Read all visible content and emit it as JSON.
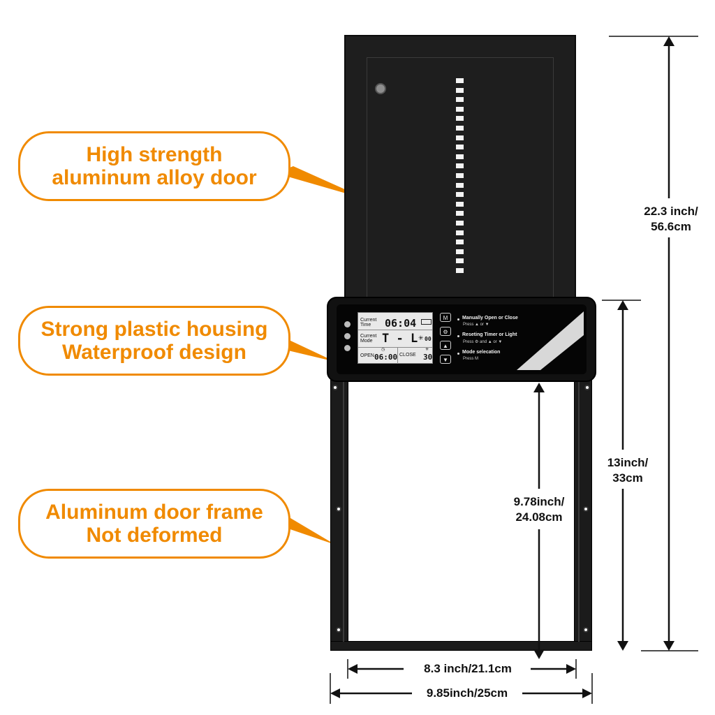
{
  "callouts": {
    "door": {
      "line1": "High strength",
      "line2": "aluminum alloy door"
    },
    "housing": {
      "line1": "Strong plastic housing",
      "line2": "Waterproof design"
    },
    "frame": {
      "line1": "Aluminum door frame",
      "line2": "Not deformed"
    }
  },
  "lcd": {
    "current_time_label": "Current Time",
    "time_value": "06:04",
    "current_mode_label": "Current Mode",
    "mode_value": "T - L",
    "light_value": "00",
    "open_label": "OPEN",
    "open_value": "06:00",
    "close_label": "CLOSE",
    "close_value": "30"
  },
  "buttons": {
    "mode": "M",
    "settings": "⚙",
    "up": "▲",
    "down": "▼"
  },
  "instructions": [
    {
      "title": "Manually Open or Close",
      "sub": "Press ▲ or ▼"
    },
    {
      "title": "Reseting Timer or Light",
      "sub": "Press ⚙ and ▲ or ▼"
    },
    {
      "title": "Mode selecation",
      "sub": "Press M"
    }
  ],
  "dimensions": {
    "total_height": {
      "line1": "22.3 inch/",
      "line2": "56.6cm"
    },
    "frame_height": {
      "line1": "13inch/",
      "line2": "33cm"
    },
    "opening_height": {
      "line1": "9.78inch/",
      "line2": "24.08cm"
    },
    "inner_width": "8.3 inch/21.1cm",
    "outer_width": "9.85inch/25cm"
  },
  "colors": {
    "accent": "#f08a00",
    "product": "#1e1e1e",
    "dimension_line": "#111111"
  }
}
